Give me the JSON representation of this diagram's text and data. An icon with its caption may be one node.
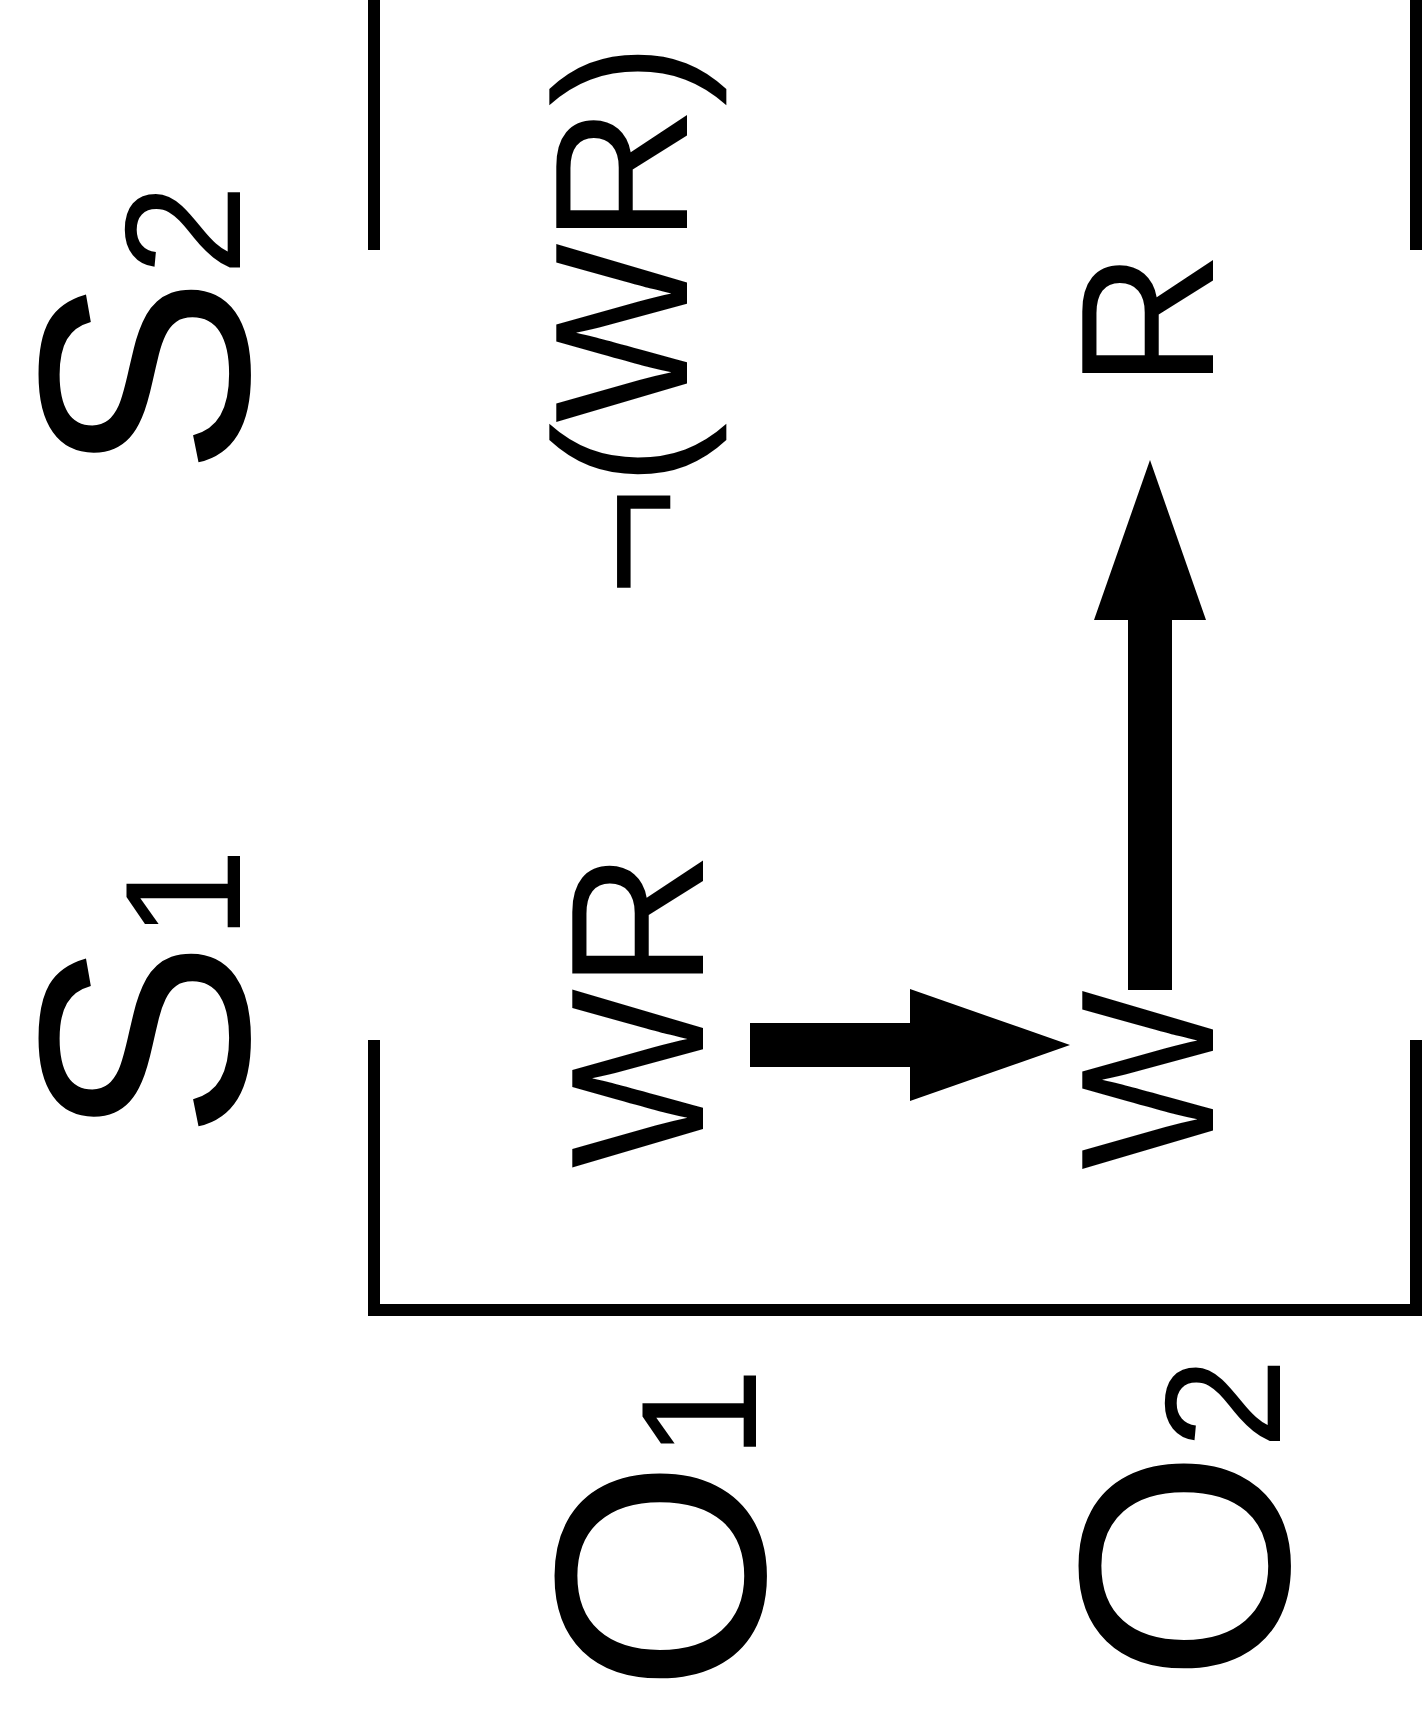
{
  "diagram": {
    "nodes": [
      {
        "text": [
          "WR"
        ]
      },
      {
        "text": [
          "W"
        ]
      },
      {
        "text": [
          "R"
        ]
      }
    ],
    "edges": [
      {
        "from": 0,
        "to": 1,
        "arrow": "to"
      },
      {
        "from": 1,
        "to": 2,
        "arrow": "to"
      }
    ],
    "labels": [
      "S$_{1}$",
      "S$_{2}$",
      "¬(WR)",
      "O$_{1}$",
      "O$_{2}$"
    ]
  }
}
